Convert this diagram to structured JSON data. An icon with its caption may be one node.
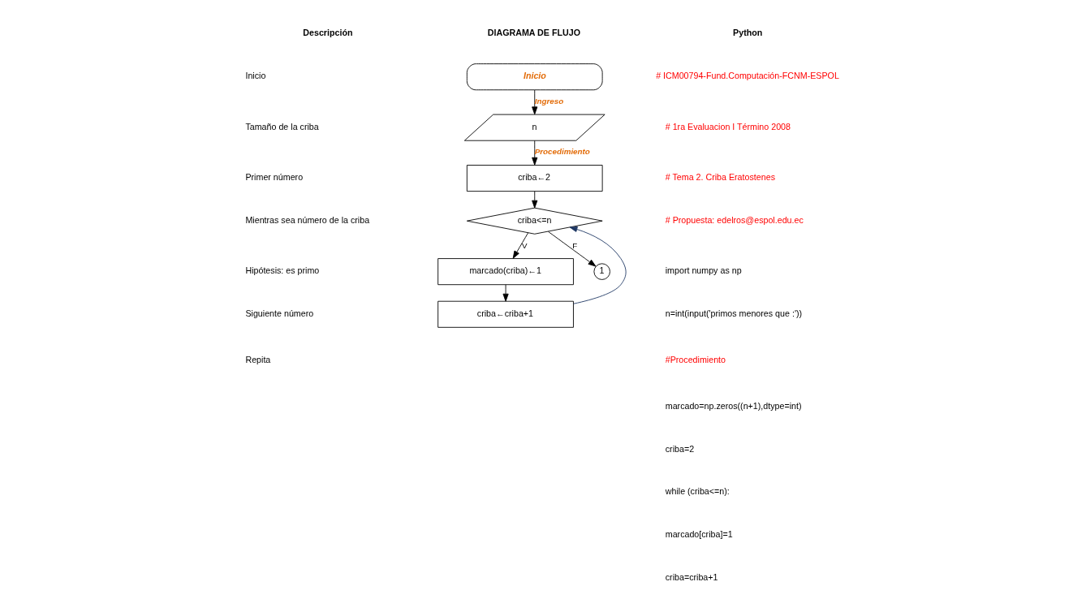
{
  "diagram": {
    "nodes": [
      {
        "text": [
          "Inicio"
        ]
      },
      {
        "text": [
          "n"
        ]
      },
      {
        "text": [
          "criba←2"
        ]
      },
      {
        "text": [
          "criba<=n"
        ]
      },
      {
        "text": [
          "marcado(criba)←1"
        ]
      },
      {
        "text": [
          "criba←criba+1"
        ]
      },
      {
        "text": [
          "1"
        ]
      }
    ],
    "edges": [
      {
        "from": 0,
        "to": 1,
        "arrow": "to",
        "label": "Ingreso"
      },
      {
        "from": 1,
        "to": 2,
        "arrow": "to",
        "label": "Procedimiento"
      },
      {
        "from": 2,
        "to": 3,
        "arrow": "to"
      },
      {
        "from": 3,
        "to": 4,
        "arrow": "to",
        "label": "V"
      },
      {
        "from": 4,
        "to": 5,
        "arrow": "to"
      },
      {
        "from": 5,
        "to": 3,
        "arrow": "to",
        "color": "#1f3864"
      },
      {
        "from": 3,
        "to": 6,
        "arrow": "to",
        "label": "F"
      }
    ],
    "labels": [
      "Descripción",
      "DIAGRAMA DE FLUJO",
      "Python",
      "Inicio",
      "Tamaño de la criba",
      "Primer número",
      "Mientras sea número de la criba",
      "Hipótesis: es primo",
      "Siguiente número",
      "Repita",
      "# ICM00794-Fund.Computación-FCNM-ESPOL",
      "# 1ra Evaluacion I Término 2008",
      "# Tema 2. Criba Eratostenes",
      "# Propuesta: edelros@espol.edu.ec",
      "import numpy as np",
      "n=int(input('primos menores que :'))",
      "#Procedimiento",
      "marcado=np.zeros((n+1),dtype=int)",
      "criba=2",
      "while (criba<=n):",
      "marcado[criba]=1",
      "criba=criba+1"
    ]
  }
}
